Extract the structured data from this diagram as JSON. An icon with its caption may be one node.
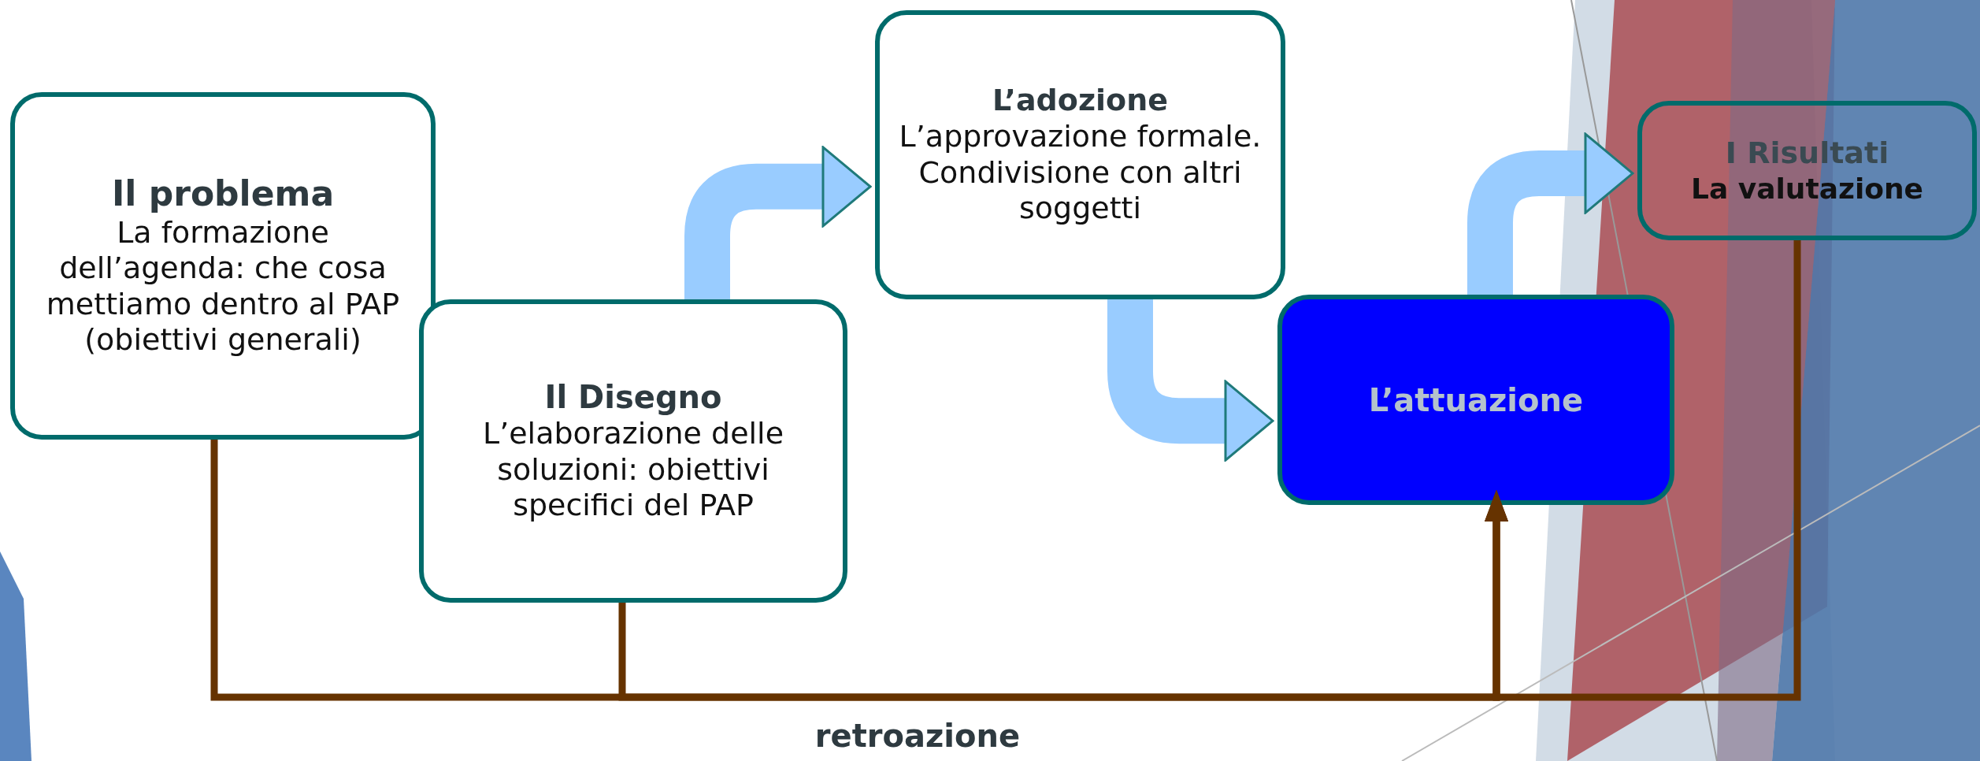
{
  "diagram": {
    "nodes": [
      {
        "text": [
          "Il problema",
          "La formazione dell’agenda: che cosa mettiamo dentro al PAP (obiettivi generali)"
        ]
      },
      {
        "text": [
          "Il Disegno",
          "L’elaborazione delle soluzioni: obiettivi specifici del PAP"
        ]
      },
      {
        "text": [
          "L’adozione",
          "L’approvazione formale. Condivisione con altri soggetti"
        ]
      },
      {
        "text": [
          "L’attuazione"
        ]
      },
      {
        "text": [
          "I Risultati",
          "La valutazione"
        ]
      }
    ],
    "edges": [
      {
        "from": 1,
        "to": 2,
        "arrow": "to",
        "style": "thick"
      },
      {
        "from": 2,
        "to": 3,
        "arrow": "to",
        "style": "thick"
      },
      {
        "from": 3,
        "to": 4,
        "arrow": "to",
        "style": "thick"
      },
      {
        "from": 0,
        "to": 3,
        "arrow": "to",
        "color": "#663300"
      },
      {
        "from": 1,
        "to": 3,
        "arrow": "to",
        "color": "#663300"
      },
      {
        "from": 4,
        "to": 3,
        "arrow": "to",
        "color": "#663300"
      }
    ],
    "labels": [
      "retroazione"
    ]
  }
}
